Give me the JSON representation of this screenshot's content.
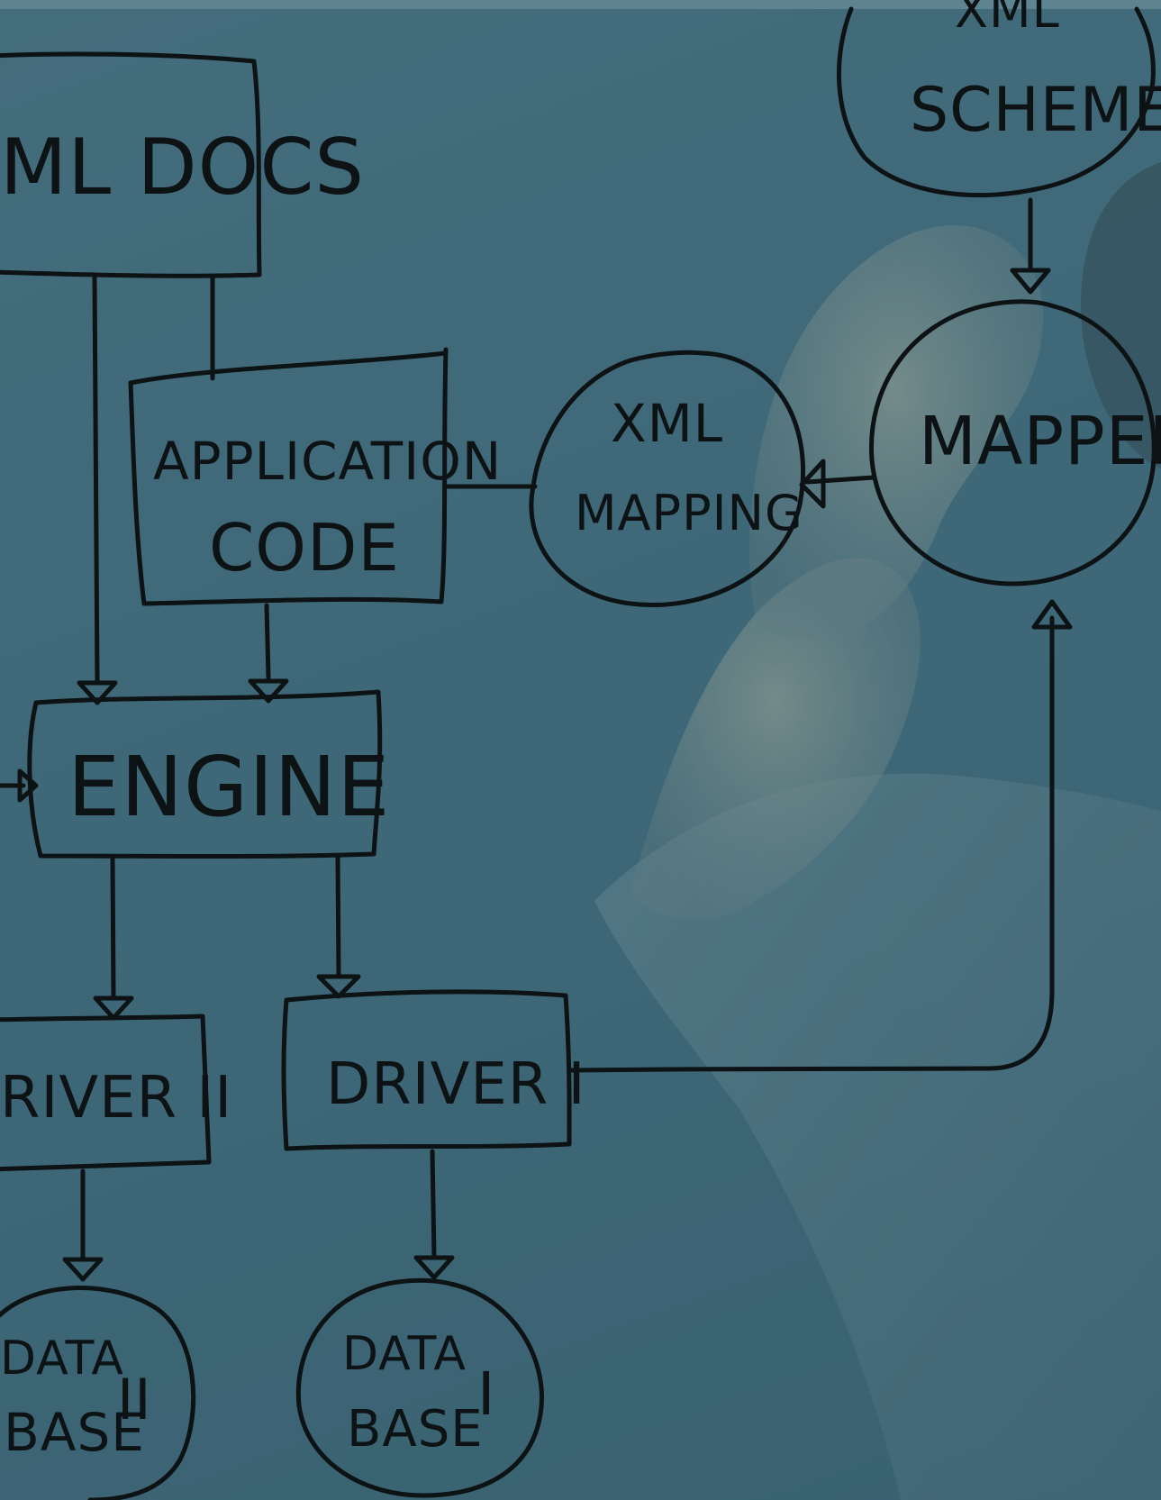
{
  "colors": {
    "background": "#3d6675",
    "ink": "#0d1214",
    "skin": "#6f8582"
  },
  "nodes": {
    "xml_docs": {
      "label": "ML DOCS"
    },
    "application_code": {
      "line1": "APPLICATION",
      "line2": "CODE"
    },
    "xml_mapping": {
      "line1": "XML",
      "line2": "MAPPING"
    },
    "xml_scheme": {
      "line1": "XML",
      "line2": "SCHEME"
    },
    "mapper": {
      "label": "MAPPER"
    },
    "engine": {
      "label": "ENGINE"
    },
    "driver_ii": {
      "label": "RIVER II"
    },
    "driver_i": {
      "label": "DRIVER I"
    },
    "database_ii": {
      "line1": "DATA",
      "line2": "BASE",
      "suffix": "II"
    },
    "database_i": {
      "line1": "DATA",
      "line2": "BASE",
      "suffix": "I"
    }
  }
}
